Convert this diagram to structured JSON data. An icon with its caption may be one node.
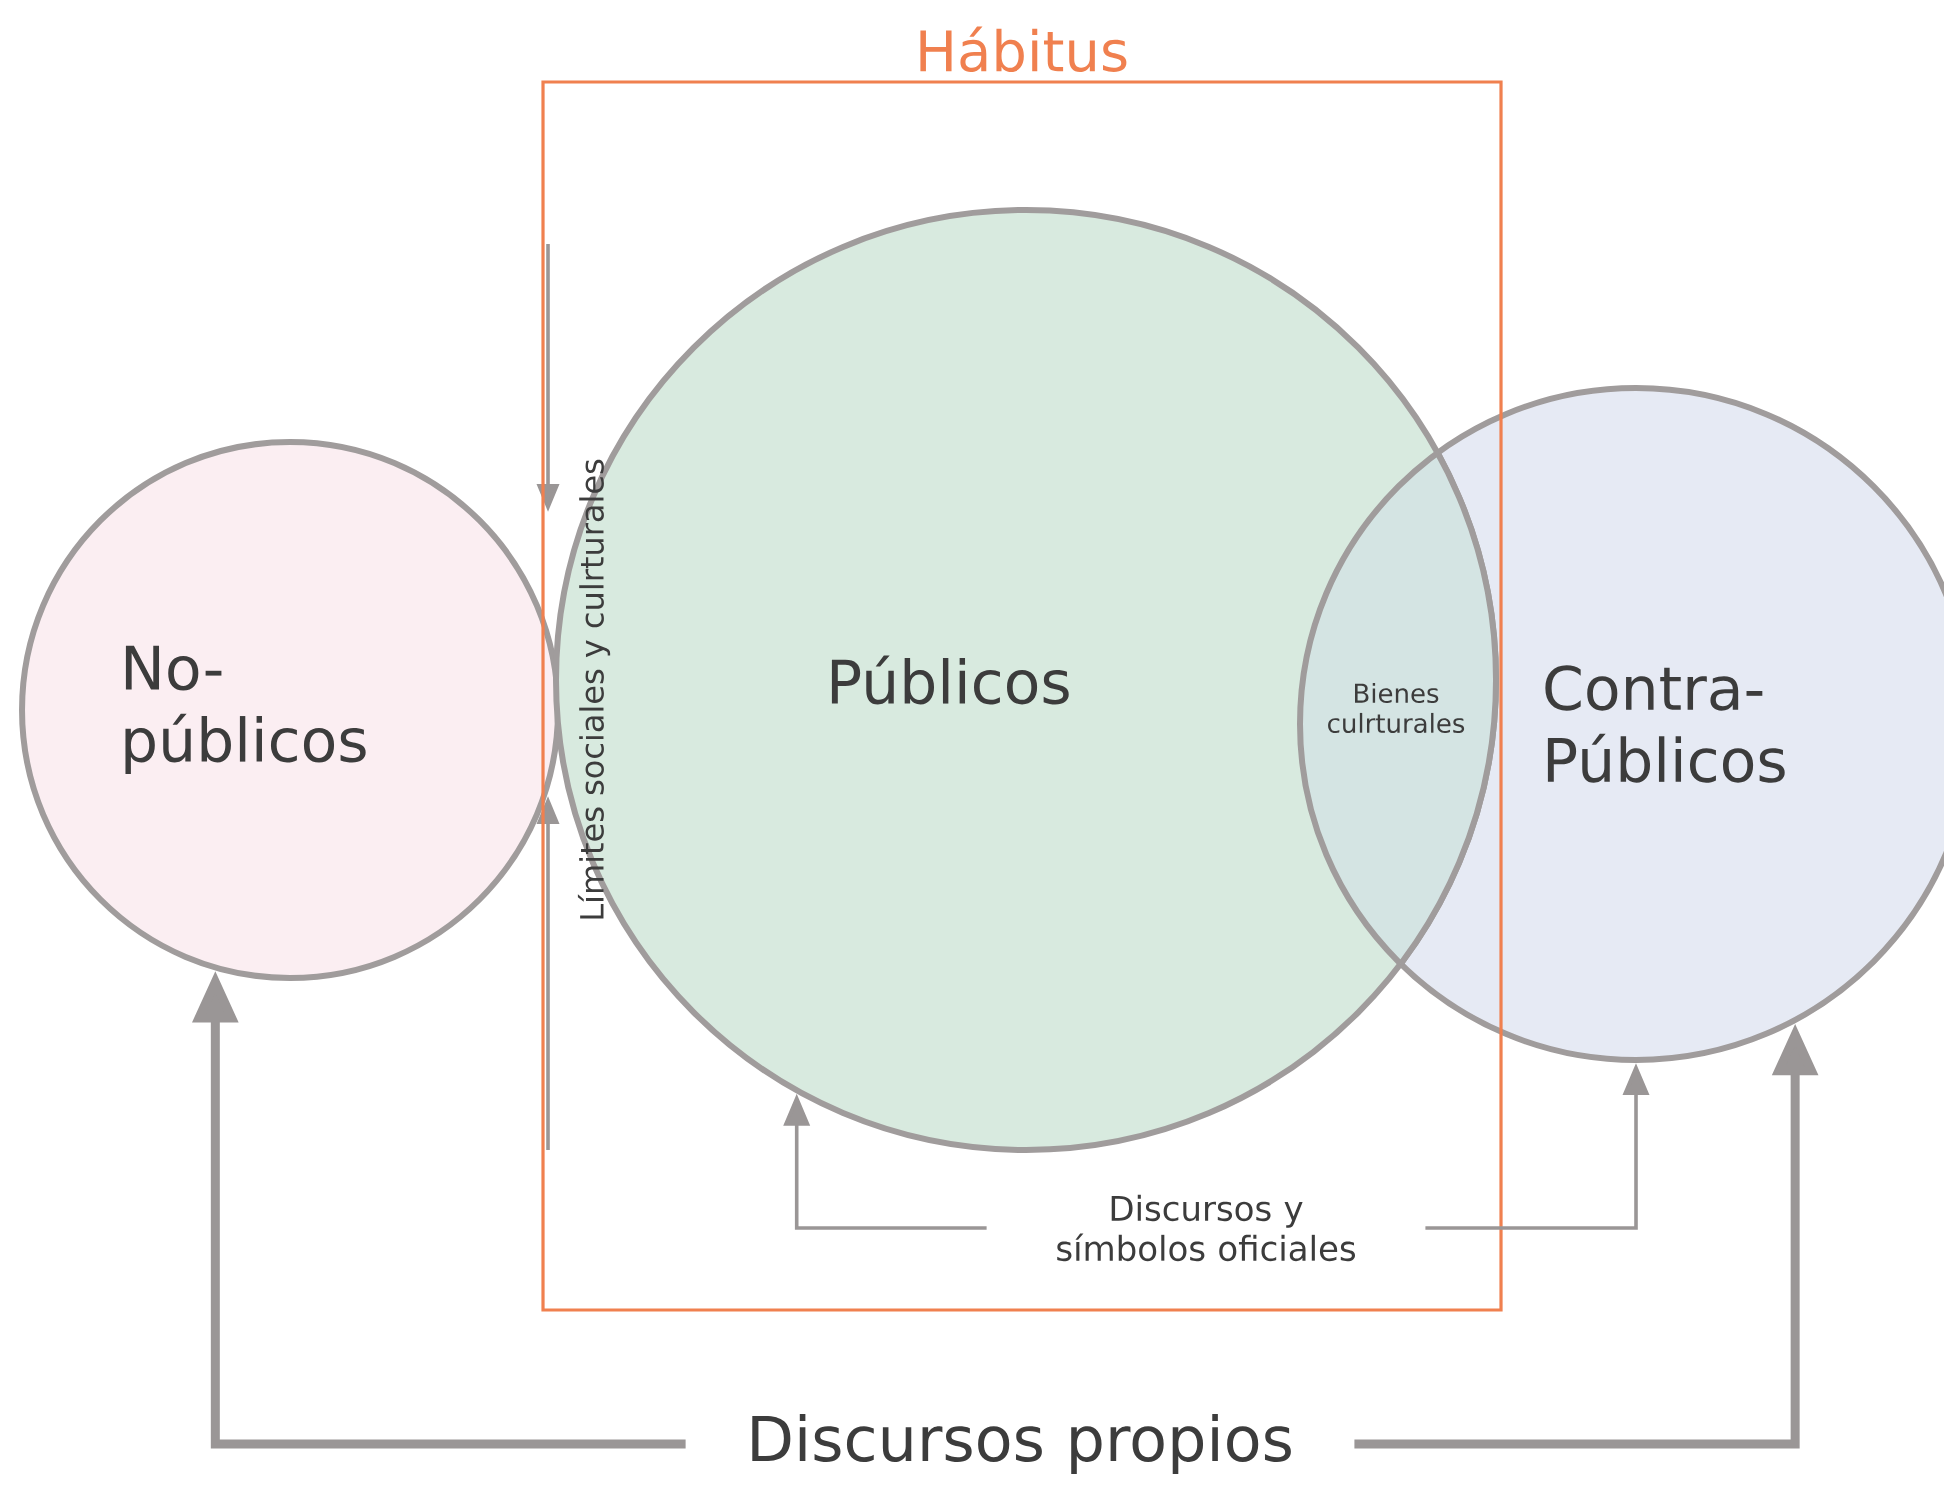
{
  "diagram": {
    "nodes": [
      {
        "text": [
          "Hábitus"
        ]
      },
      {
        "text": [
          "No- públicos"
        ]
      },
      {
        "text": [
          "Públicos"
        ],
        "in": 0
      },
      {
        "text": [
          "Bienes culrturales"
        ]
      },
      {
        "text": [
          "Contra- Públicos"
        ]
      },
      {
        "text": [
          "Discursos y símbolos oficiales"
        ],
        "in": 0
      },
      {
        "text": [
          "Discursos propios"
        ]
      }
    ],
    "edges": [
      {
        "from": 5,
        "to": 2,
        "arrow": "to"
      },
      {
        "from": 5,
        "to": 4,
        "arrow": "to"
      },
      {
        "from": 6,
        "to": 1,
        "arrow": "to",
        "style": "thick"
      },
      {
        "from": 6,
        "to": 4,
        "arrow": "to",
        "style": "thick"
      }
    ],
    "labels": [
      "Límites sociales y culrturales"
    ]
  }
}
